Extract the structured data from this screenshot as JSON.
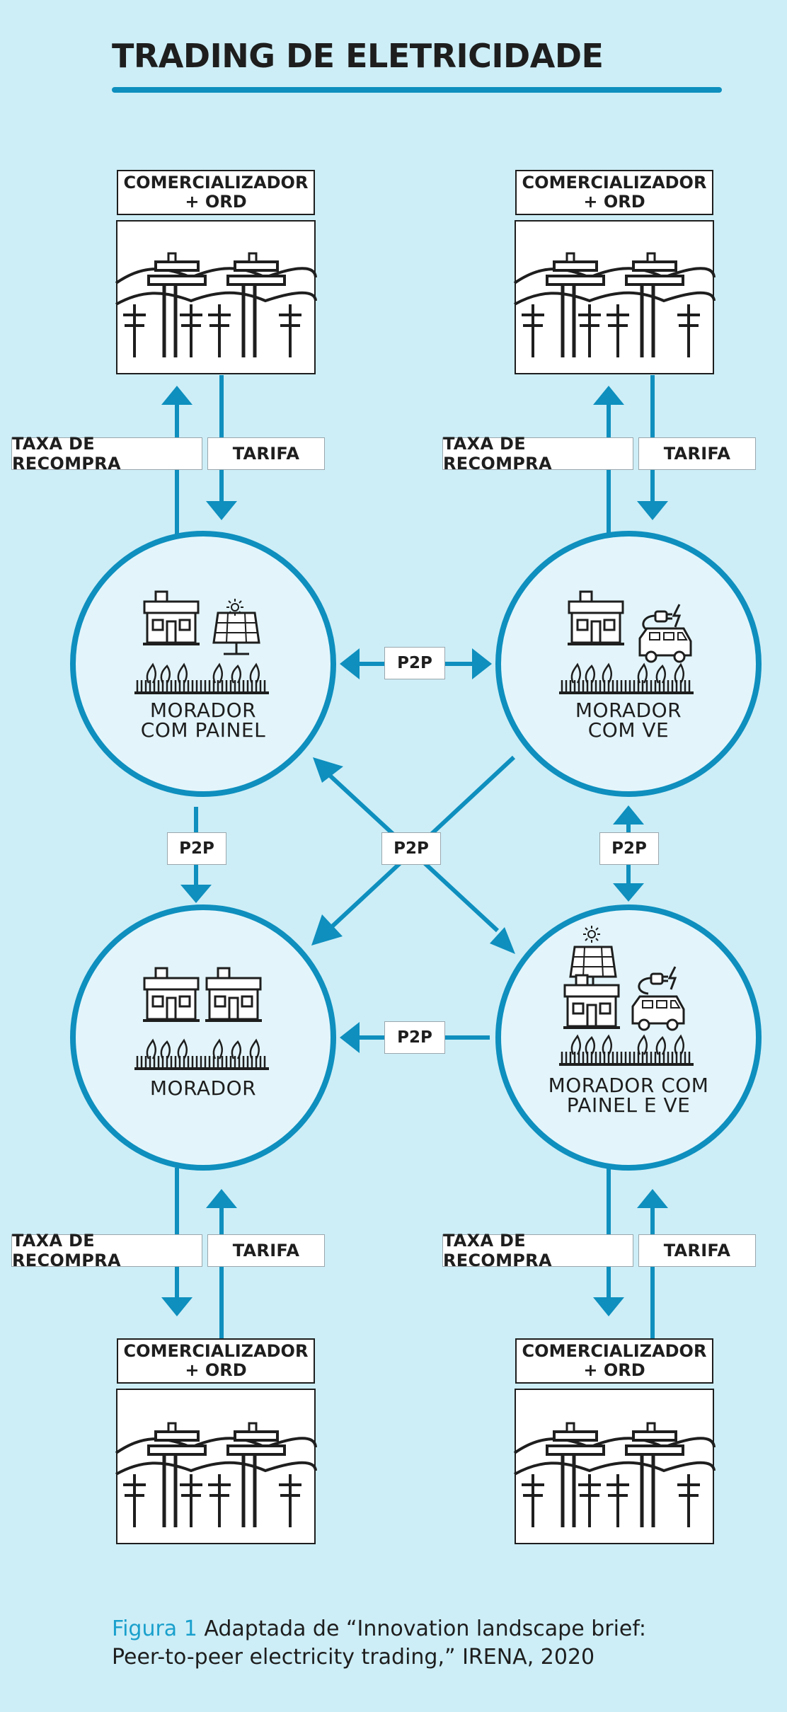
{
  "title": "TRADING DE ELETRICIDADE",
  "colors": {
    "background": "#cdeef7",
    "accent": "#0e8fbe",
    "node_fill": "#e3f5fb",
    "ink": "#1e1e1e"
  },
  "suppliers": {
    "top_left": {
      "line1": "COMERCIALIZADOR",
      "line2": "+ ORD",
      "icon": "power-grid-icon"
    },
    "top_right": {
      "line1": "COMERCIALIZADOR",
      "line2": "+ ORD",
      "icon": "power-grid-icon"
    },
    "bottom_left": {
      "line1": "COMERCIALIZADOR",
      "line2": "+ ORD",
      "icon": "power-grid-icon"
    },
    "bottom_right": {
      "line1": "COMERCIALIZADOR",
      "line2": "+ ORD",
      "icon": "power-grid-icon"
    }
  },
  "flows": {
    "tl_buyback": "TAXA DE RECOMPRA",
    "tl_tariff": "TARIFA",
    "tr_buyback": "TAXA DE RECOMPRA",
    "tr_tariff": "TARIFA",
    "bl_buyback": "TAXA DE RECOMPRA",
    "bl_tariff": "TARIFA",
    "br_buyback": "TAXA DE RECOMPRA",
    "br_tariff": "TARIFA"
  },
  "p2p": {
    "top": "P2P",
    "left": "P2P",
    "center": "P2P",
    "right": "P2P",
    "bottom": "P2P"
  },
  "nodes": {
    "panel": {
      "line1": "MORADOR",
      "line2": "COM PAINEL",
      "icons": [
        "house-icon",
        "solar-panel-icon",
        "sun-icon",
        "plants-icon"
      ]
    },
    "ev": {
      "line1": "MORADOR",
      "line2": "COM VE",
      "icons": [
        "house-icon",
        "electric-van-icon",
        "charging-plug-icon",
        "plants-icon"
      ]
    },
    "resident": {
      "line1": "MORADOR",
      "icons": [
        "house-icon",
        "house-icon",
        "plants-icon"
      ]
    },
    "panel_ev": {
      "line1": "MORADOR COM",
      "line2": "PAINEL E VE",
      "icons": [
        "solar-panel-icon",
        "sun-icon",
        "house-icon",
        "electric-van-icon",
        "charging-plug-icon",
        "plants-icon"
      ]
    }
  },
  "caption": {
    "figure": "Figura 1",
    "line1": "Adaptada de “Innovation landscape brief:",
    "line2": "Peer-to-peer electricity trading,” IRENA, 2020"
  }
}
